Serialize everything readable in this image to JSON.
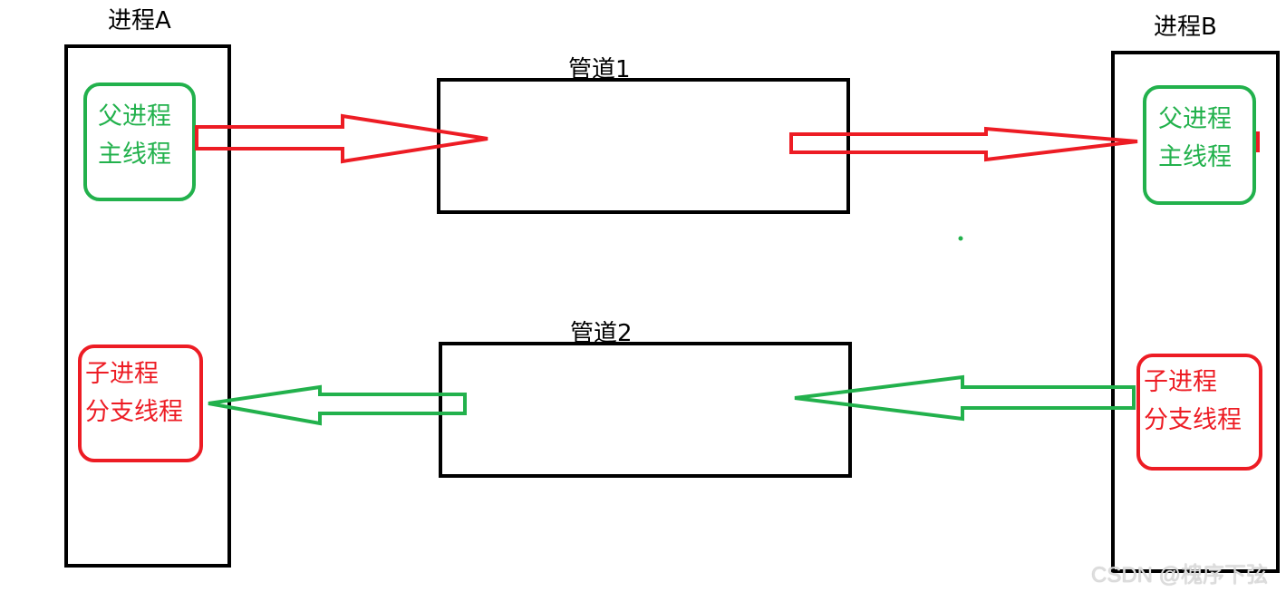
{
  "process_a": {
    "title": "进程A",
    "main_thread": [
      "父进程",
      "主线程"
    ],
    "branch_thread": [
      "子进程",
      "分支线程"
    ]
  },
  "process_b": {
    "title": "进程B",
    "main_thread": [
      "父进程",
      "主线程"
    ],
    "branch_thread": [
      "子进程",
      "分支线程"
    ]
  },
  "pipe1": {
    "title": "管道1"
  },
  "pipe2": {
    "title": "管道2"
  },
  "watermark": "CSDN @槐序下弦",
  "colors": {
    "red": "#ed1c24",
    "green": "#22b14c",
    "black": "#000000"
  }
}
